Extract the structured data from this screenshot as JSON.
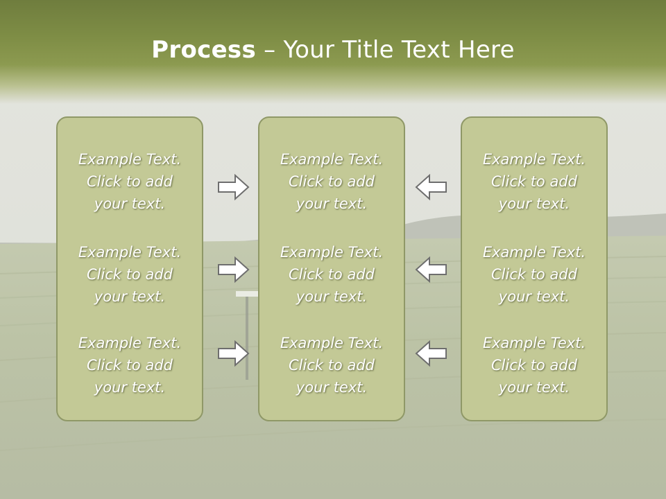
{
  "title": {
    "bold": "Process",
    "rest": " – Your Title Text Here"
  },
  "panels": {
    "left": {
      "items": [
        {
          "line1": "Example Text.",
          "line2": "Click  to add",
          "line3": "your text."
        },
        {
          "line1": "Example Text.",
          "line2": "Click  to add",
          "line3": "your text."
        },
        {
          "line1": "Example Text.",
          "line2": "Click  to add",
          "line3": "your text."
        }
      ]
    },
    "center": {
      "items": [
        {
          "line1": "Example Text.",
          "line2": "Click  to add",
          "line3": "your text."
        },
        {
          "line1": "Example Text.",
          "line2": "Click  to add",
          "line3": "your text."
        },
        {
          "line1": "Example Text.",
          "line2": "Click  to add",
          "line3": "your text."
        }
      ]
    },
    "right": {
      "items": [
        {
          "line1": "Example Text.",
          "line2": "Click  to add",
          "line3": "your text."
        },
        {
          "line1": "Example Text.",
          "line2": "Click  to add",
          "line3": "your text."
        },
        {
          "line1": "Example Text.",
          "line2": "Click  to add",
          "line3": "your text."
        }
      ]
    }
  },
  "colors": {
    "title_band": "#7e8d45",
    "panel_fill": "#c3c996",
    "panel_border": "#8f9867",
    "arrow_stroke": "#6e6e6e",
    "arrow_fill": "#ffffff"
  },
  "icons": {
    "left_arrows": "arrow-right-icon",
    "right_arrows": "arrow-left-icon"
  }
}
